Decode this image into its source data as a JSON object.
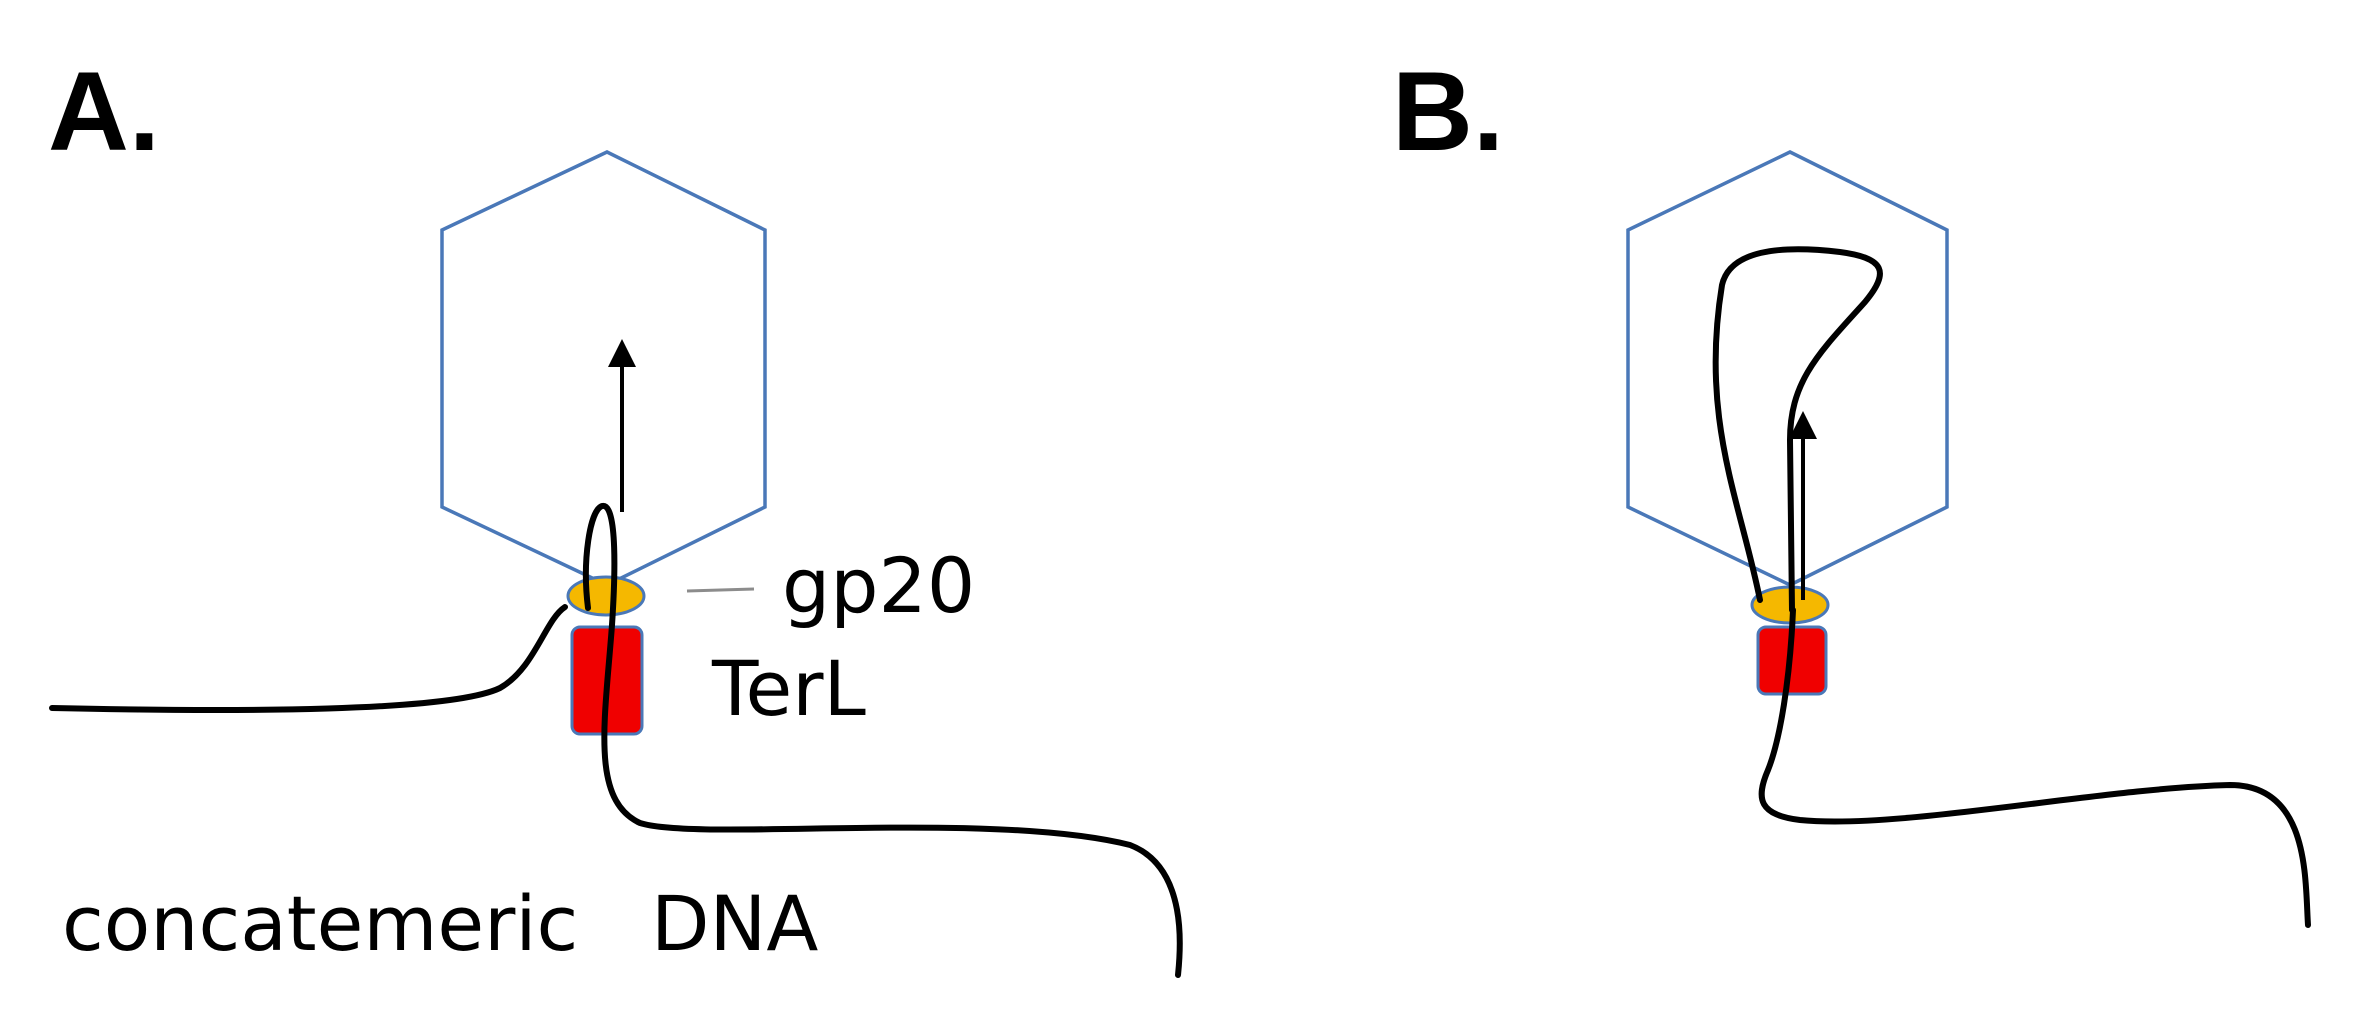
{
  "panel_a": {
    "label": "A.",
    "gp20_label": "gp20",
    "terl_label": "TerL",
    "dna_label_1": "concatemeric",
    "dna_label_2": "DNA"
  },
  "panel_b": {
    "label": "B."
  },
  "colors": {
    "capsid_outline": "#4a78b8",
    "portal_gp20": "#f5b800",
    "terminase_terl": "#f00000",
    "component_border": "#4a78b8",
    "dna": "#000000",
    "leader_line": "#8c8c8c"
  }
}
